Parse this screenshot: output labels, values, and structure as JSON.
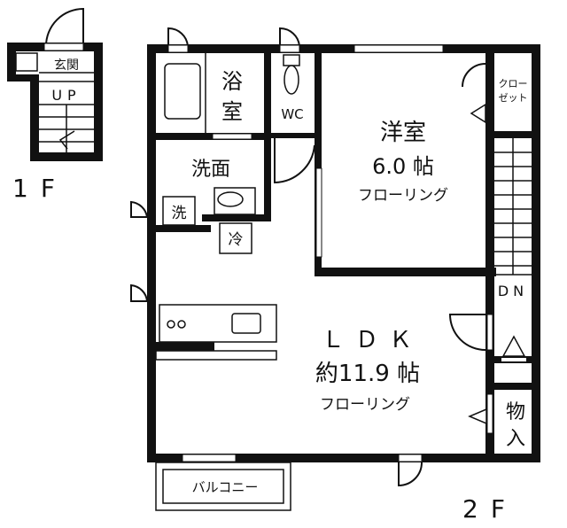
{
  "floor1": {
    "label": "1F",
    "rooms": {
      "entrance": "玄関",
      "stairs_up": "UP"
    }
  },
  "floor2": {
    "label": "2F",
    "rooms": {
      "bath_1": "浴",
      "bath_2": "室",
      "wc": "WC",
      "western_title": "洋室",
      "western_size": "6.0 帖",
      "western_floor": "フローリング",
      "closet_1": "クロー",
      "closet_2": "ゼット",
      "washroom": "洗面",
      "washer": "洗",
      "fridge": "冷",
      "stairs_down": "DN",
      "ldk_title": "ＬＤＫ",
      "ldk_size": "約11.9 帖",
      "ldk_floor": "フローリング",
      "storage_1": "物",
      "storage_2": "入",
      "balcony": "バルコニー"
    }
  }
}
